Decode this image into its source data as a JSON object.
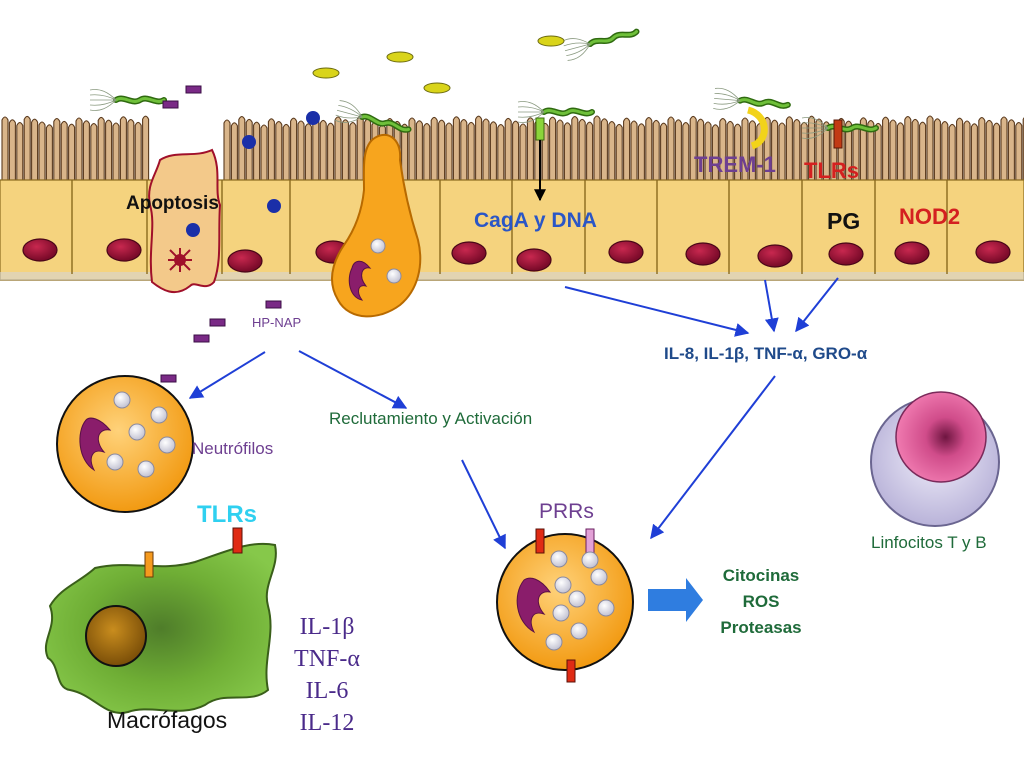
{
  "labels": {
    "apoptosis": "Apoptosis",
    "caga": "CagA y DNA",
    "trem1": "TREM-1",
    "tlrs_top": "TLRs",
    "pg": "PG",
    "nod2": "NOD2",
    "hpnap": "HP-NAP",
    "cytokines_top": "IL-8, IL-1β, TNF-α, GRO-α",
    "neutrofilos": "Neutrófilos",
    "reclutamiento": "Reclutamiento y Activación",
    "tlrs_mac": "TLRs",
    "prrs": "PRRs",
    "linfocitos": "Linfocitos T y B",
    "macrofagos": "Macrófagos",
    "il_list": [
      "IL-1β",
      "TNF-α",
      "IL-6",
      "IL-12"
    ],
    "outputs": [
      "Citocinas",
      "ROS",
      "Proteasas"
    ]
  },
  "colors": {
    "epithelium": "#f5d37e",
    "nucleus": "#a3123a",
    "neutrophil": "#f7a51e",
    "macrophage": "#7dc242",
    "lymphocyte_outer": "#d6d2ec",
    "lymphocyte_inner": "#e35f9c",
    "arrow": "#1f3fd6",
    "tlr_red": "#e02b14",
    "tlr_cyan": "#2fd0f0",
    "label_blue": "#2a56c6",
    "label_red": "#d42020",
    "label_purple": "#6e3f91",
    "label_green": "#1f6b3a"
  }
}
